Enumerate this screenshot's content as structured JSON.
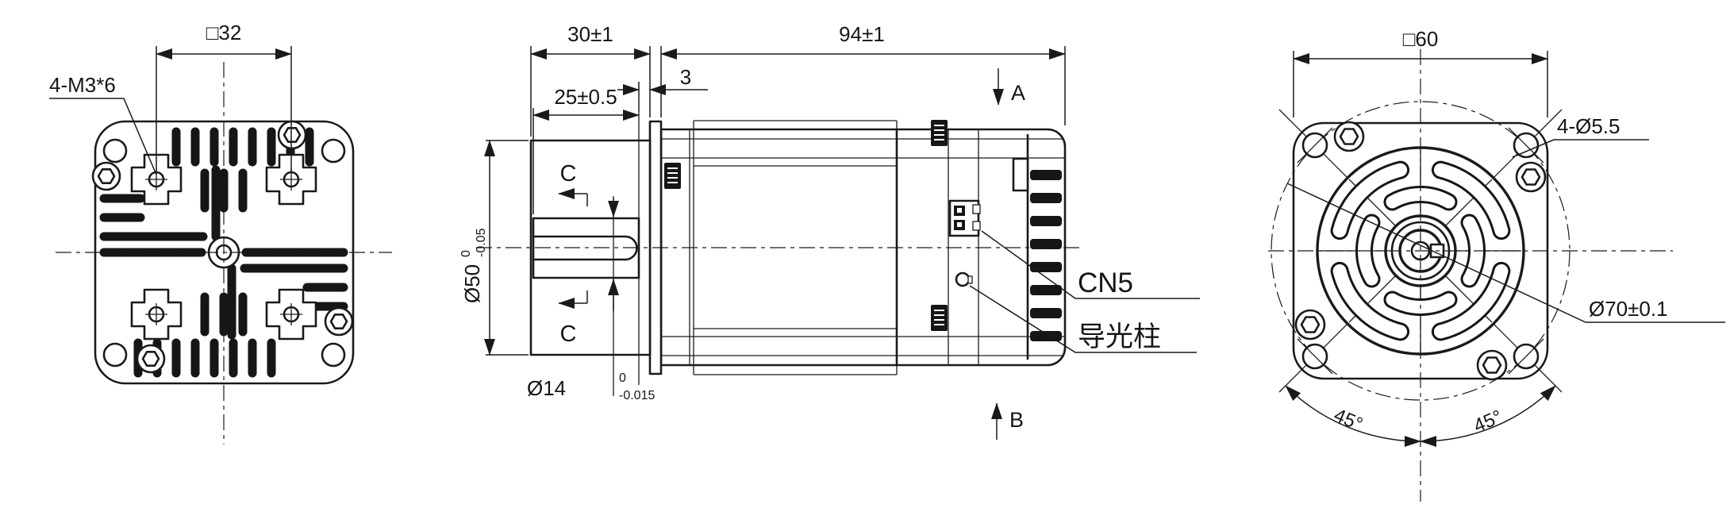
{
  "drawing": {
    "rear_view": {
      "square_dim": "□32",
      "thread_label": "4-M3*6"
    },
    "side_view": {
      "front_length": "30±1",
      "body_length": "94±1",
      "flange_thickness": "3",
      "shaft_length": "25±0.5",
      "housing_dia": {
        "main": "Ø50",
        "tol_upper": "0",
        "tol_lower": "-0.05"
      },
      "shaft_dia": {
        "main": "Ø14",
        "tol_upper": "0",
        "tol_lower": "-0.015"
      },
      "section_mark_top": "C",
      "section_mark_bottom": "C",
      "view_arrow_top": "A",
      "view_arrow_bottom": "B",
      "connector_label": "CN5",
      "light_pipe_label": "导光柱"
    },
    "front_view": {
      "square_dim": "□60",
      "mount_holes_label": "4-Ø5.5",
      "bolt_circle_dim": "Ø70±0.1",
      "angle_left": "45°",
      "angle_right": "45°"
    },
    "colors": {
      "line": "#1a1a1a",
      "background": "#ffffff"
    }
  }
}
